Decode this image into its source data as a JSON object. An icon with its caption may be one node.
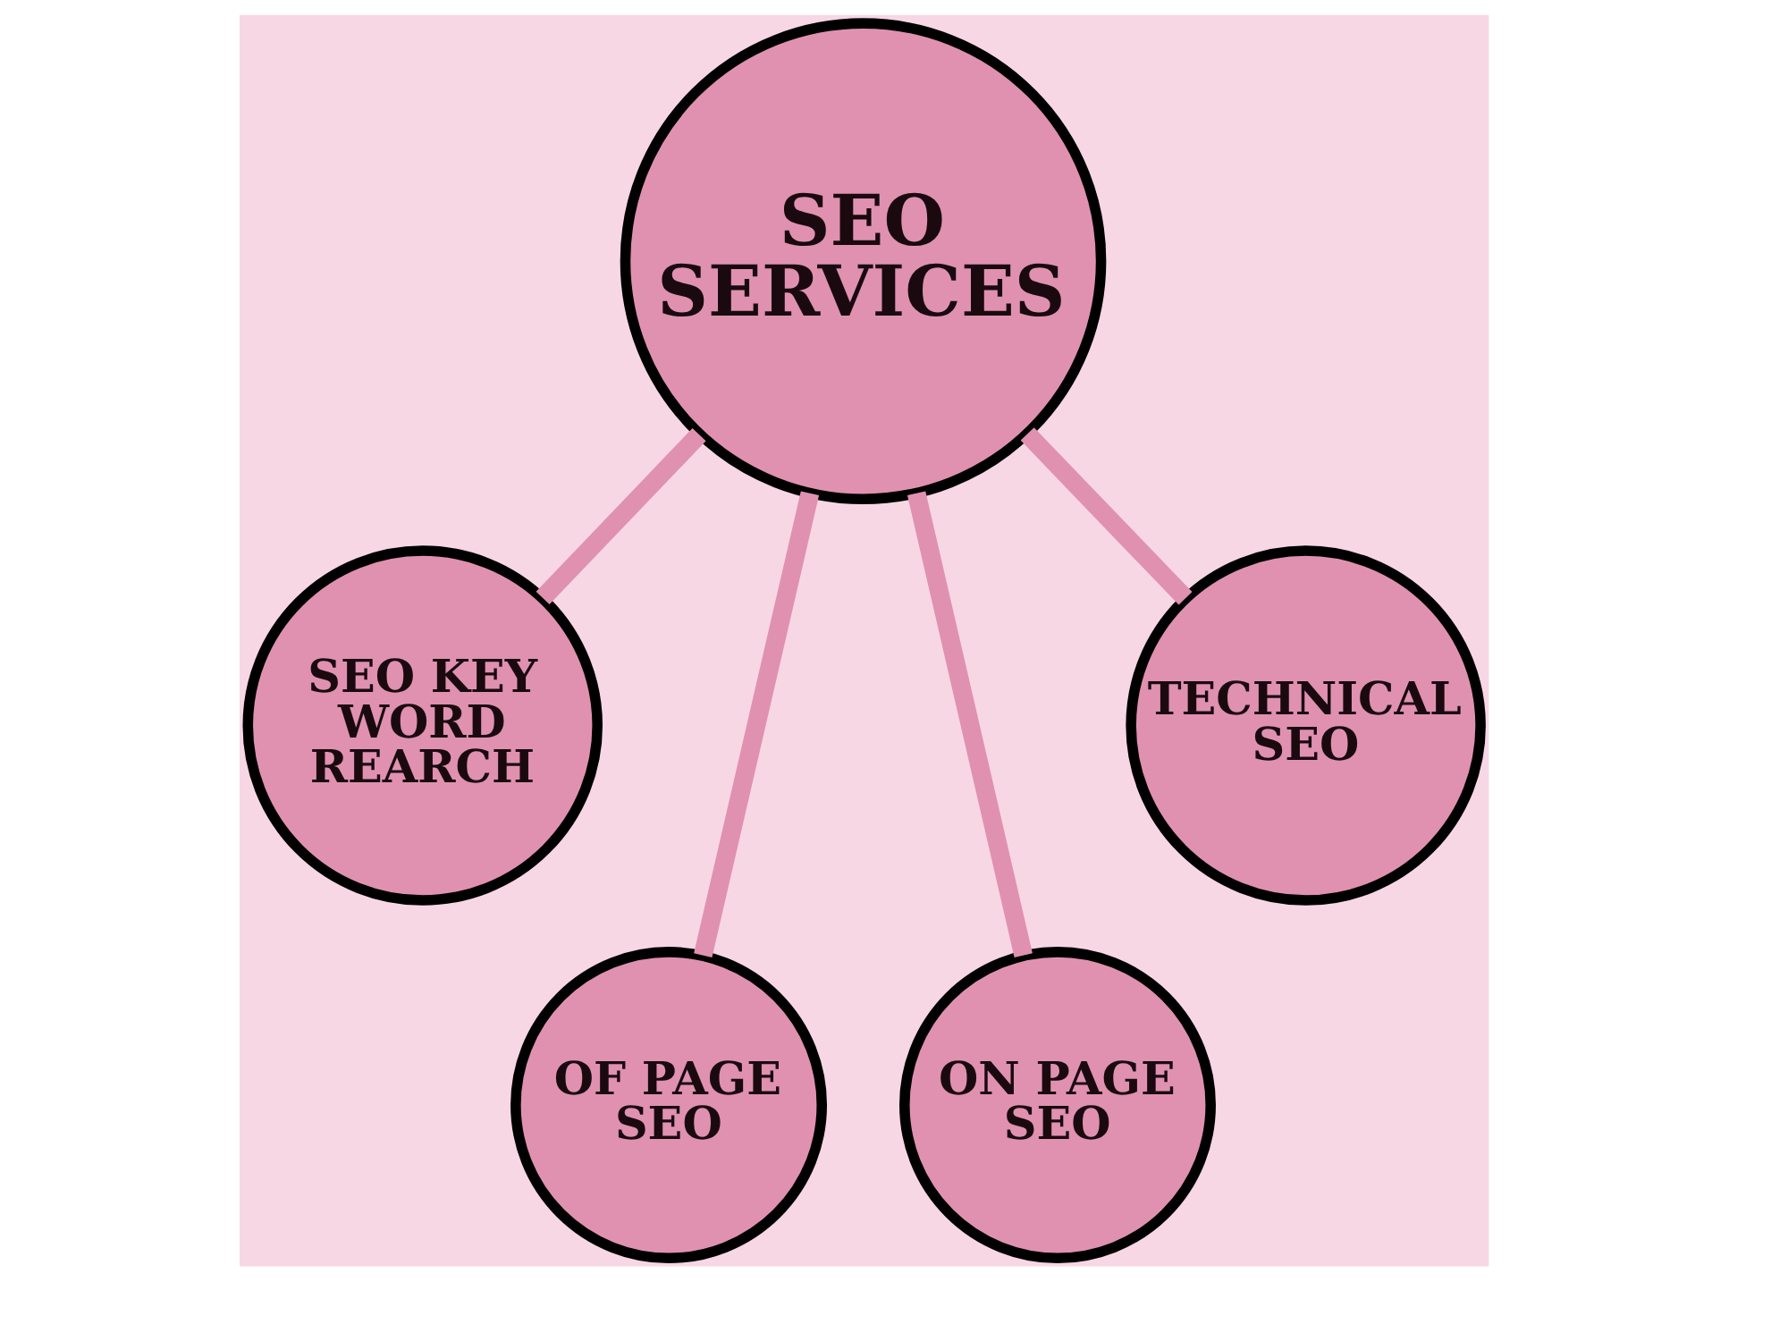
{
  "diagram": {
    "nodes": [
      {
        "text": [
          "SEO SERVICES"
        ]
      },
      {
        "text": [
          "SEO KEY WORD REARCH"
        ]
      },
      {
        "text": [
          "OF PAGE SEO"
        ]
      },
      {
        "text": [
          "ON PAGE SEO"
        ]
      },
      {
        "text": [
          "TECHNICAL SEO"
        ]
      }
    ],
    "edges": [
      {
        "from": 0,
        "to": 1,
        "arrow": "none"
      },
      {
        "from": 0,
        "to": 2,
        "arrow": "none"
      },
      {
        "from": 0,
        "to": 3,
        "arrow": "none"
      },
      {
        "from": 0,
        "to": 4,
        "arrow": "none"
      }
    ]
  }
}
